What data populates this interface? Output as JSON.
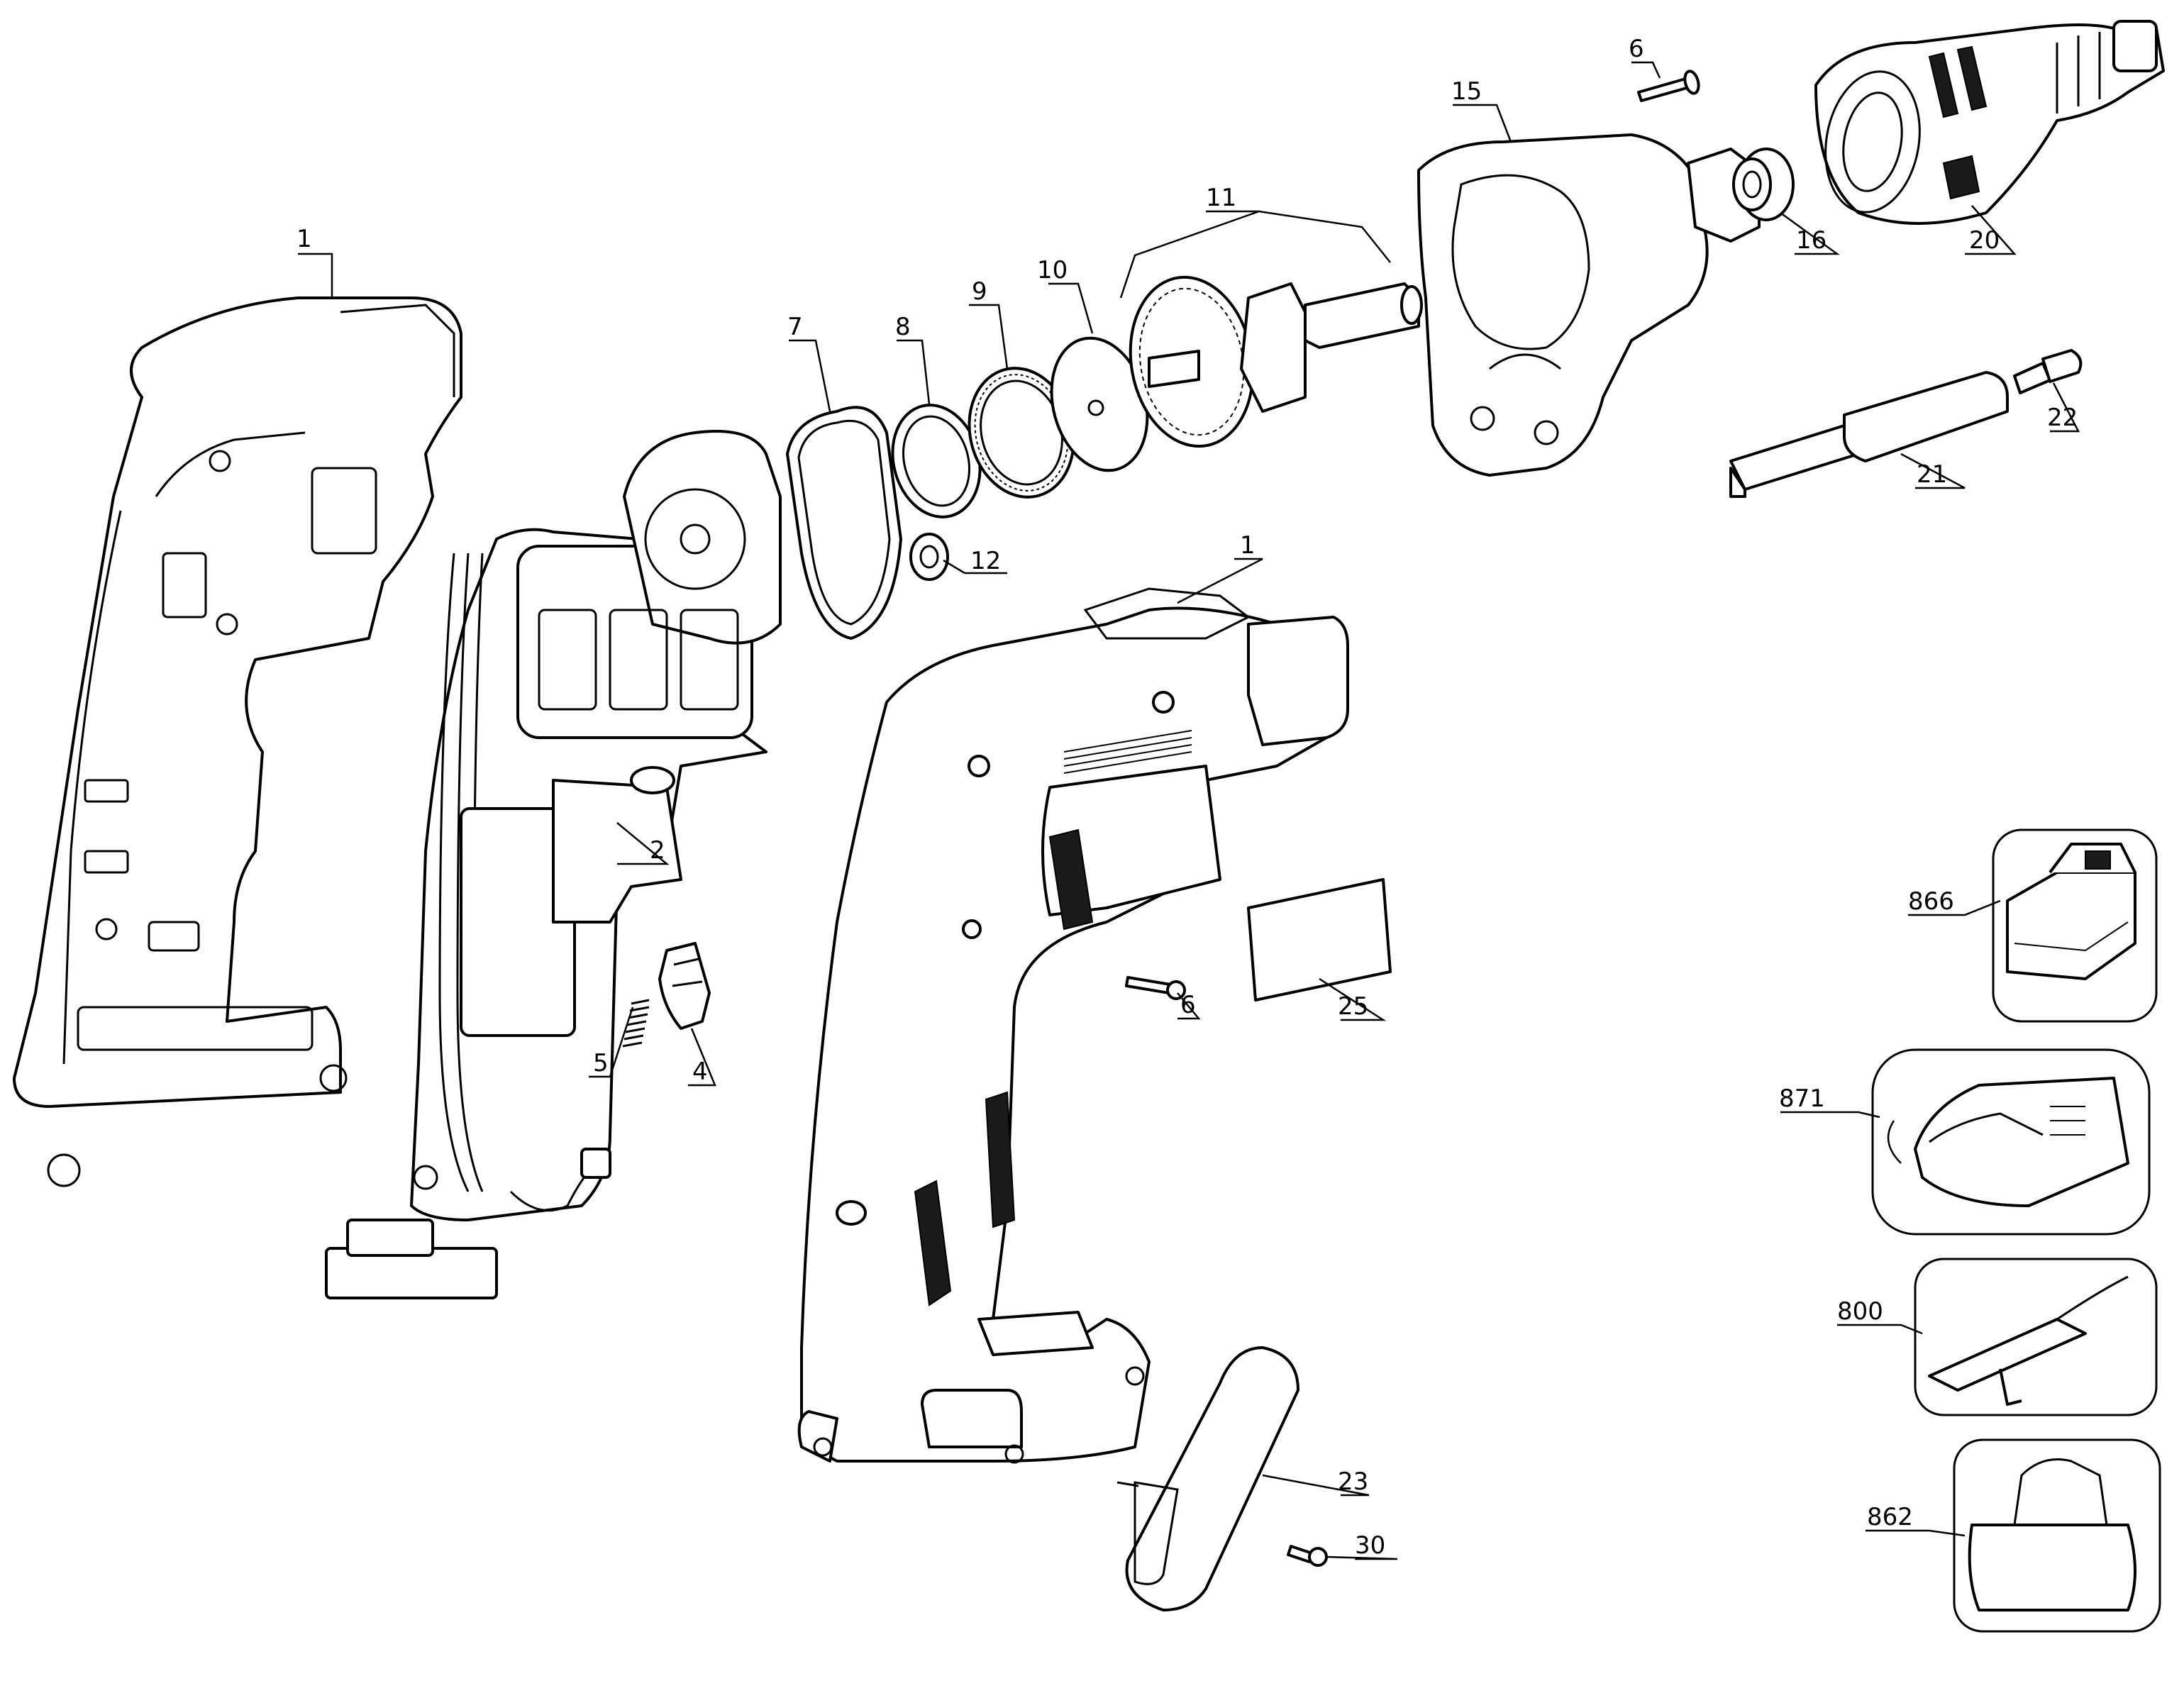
{
  "labels": {
    "p1a": "1",
    "p1b": "1",
    "p2": "2",
    "p4": "4",
    "p5": "5",
    "p6a": "6",
    "p6b": "6",
    "p7": "7",
    "p8": "8",
    "p9": "9",
    "p10": "10",
    "p11": "11",
    "p12": "12",
    "p15": "15",
    "p16": "16",
    "p20": "20",
    "p21": "21",
    "p22": "22",
    "p23": "23",
    "p25": "25",
    "p30": "30",
    "p866": "866",
    "p871": "871",
    "p800": "800",
    "p862": "862"
  }
}
